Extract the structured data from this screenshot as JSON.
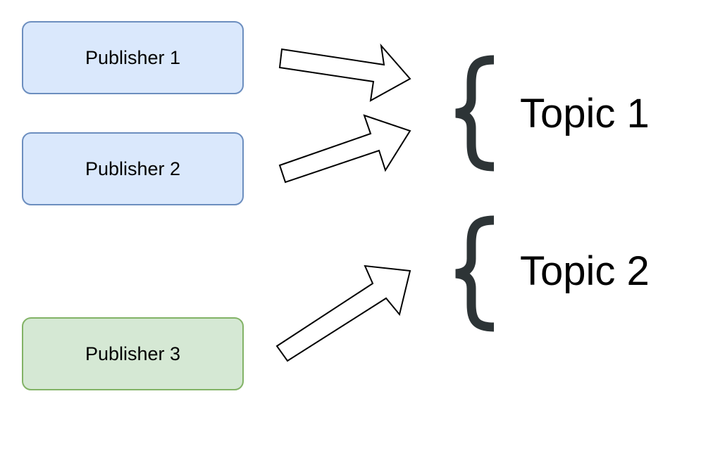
{
  "publishers": [
    {
      "label": "Publisher 1",
      "color": "#dae8fc",
      "border": "#6c8ebf"
    },
    {
      "label": "Publisher 2",
      "color": "#dae8fc",
      "border": "#6c8ebf"
    },
    {
      "label": "Publisher 3",
      "color": "#d5e8d4",
      "border": "#82b366"
    }
  ],
  "topics": [
    {
      "label": "Topic 1"
    },
    {
      "label": "Topic 2"
    }
  ],
  "connections": [
    {
      "from": "Publisher 1",
      "to": "Topic 1"
    },
    {
      "from": "Publisher 2",
      "to": "Topic 1"
    },
    {
      "from": "Publisher 3",
      "to": "Topic 2"
    }
  ],
  "colors": {
    "brace": "#2d3436",
    "arrow_fill": "#ffffff",
    "arrow_stroke": "#000000"
  }
}
